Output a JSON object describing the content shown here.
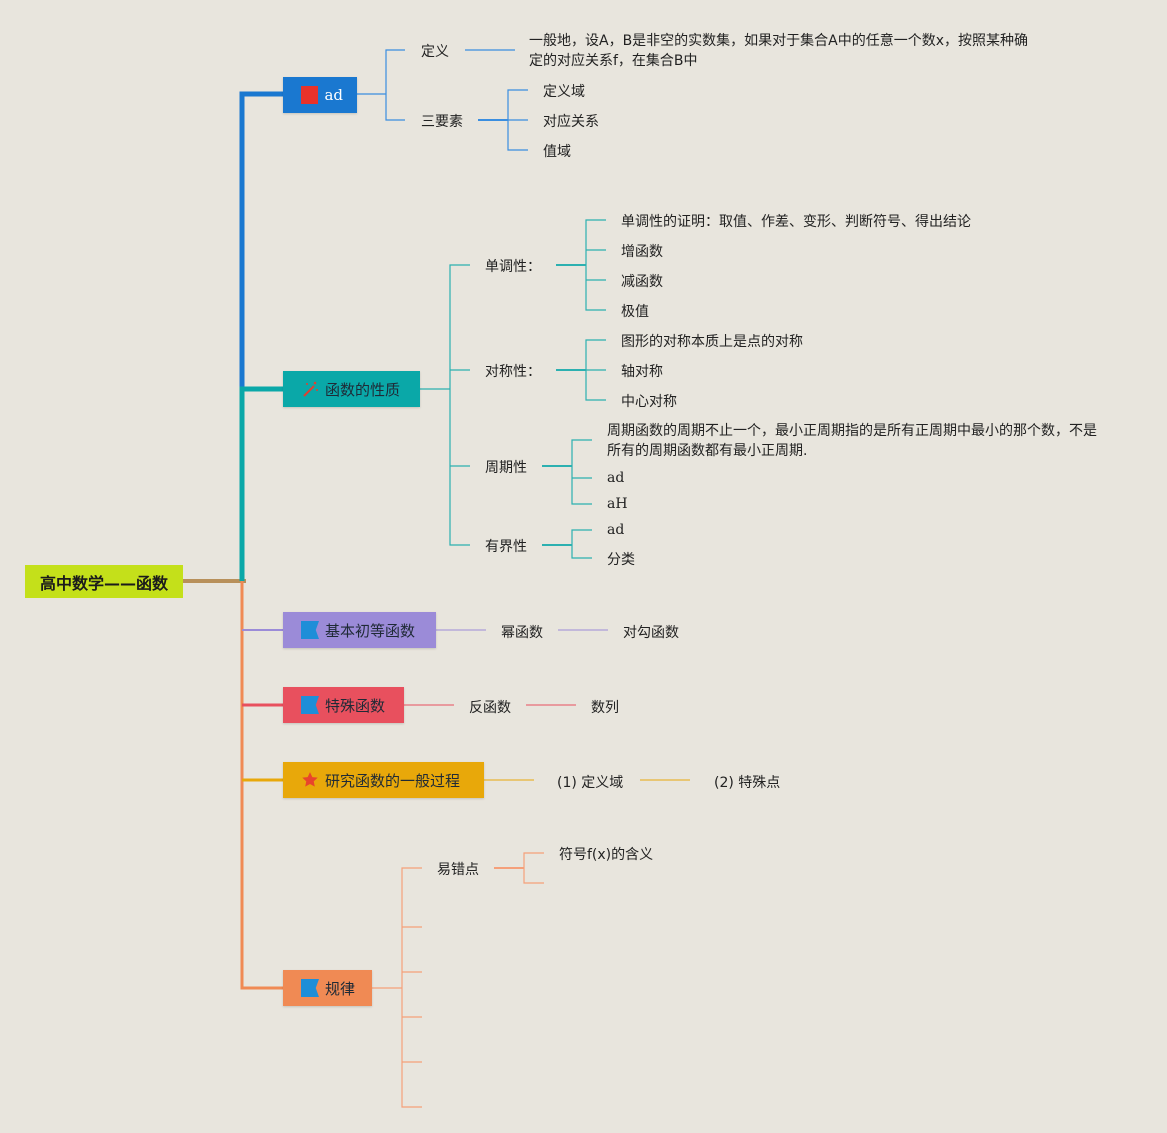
{
  "root": {
    "label": "高中数学——函数"
  },
  "branches": {
    "ad": {
      "label": "ad",
      "color": "#1a78d0",
      "icon": "red-square-icon",
      "definition": {
        "label": "定义",
        "text_line1": "一般地，设A，B是非空的实数集，如果对于集合A中的任意一个数x，按照某种确",
        "text_line2": "定的对应关系f，在集合B中"
      },
      "three_elements": {
        "label": "三要素",
        "items": [
          "定义域",
          "对应关系",
          "值域"
        ]
      }
    },
    "properties": {
      "label": "函数的性质",
      "color": "#0aa8a8",
      "icon": "magic-wand-icon",
      "monotonic": {
        "label": "单调性：",
        "items": [
          "单调性的证明：取值、作差、变形、判断符号、得出结论",
          "增函数",
          "减函数",
          "极值"
        ]
      },
      "symmetry": {
        "label": "对称性：",
        "items": [
          "图形的对称本质上是点的对称",
          "轴对称",
          "中心对称"
        ]
      },
      "periodic": {
        "label": "周期性",
        "text_line1": "周期函数的周期不止一个，最小正周期指的是所有正周期中最小的那个数，不是",
        "text_line2": "所有的周期函数都有最小正周期.",
        "items": [
          "ad",
          "aH"
        ]
      },
      "bounded": {
        "label": "有界性",
        "items": [
          "ad",
          "分类"
        ]
      }
    },
    "elementary": {
      "label": "基本初等函数",
      "color": "#9b8bd8",
      "icon": "flag-icon",
      "child": "幂函数",
      "grandchild": "对勾函数"
    },
    "special": {
      "label": "特殊函数",
      "color": "#e8505e",
      "icon": "flag-icon",
      "child": "反函数",
      "grandchild": "数列"
    },
    "process": {
      "label": "研究函数的一般过程",
      "color": "#e8a80a",
      "icon": "star-icon",
      "child": "(1)  定义域",
      "grandchild": "(2)  特殊点"
    },
    "rules": {
      "label": "规律",
      "color": "#f08a54",
      "icon": "flag-icon",
      "child": "易错点",
      "grandchild": "符号f(x)的含义"
    }
  }
}
